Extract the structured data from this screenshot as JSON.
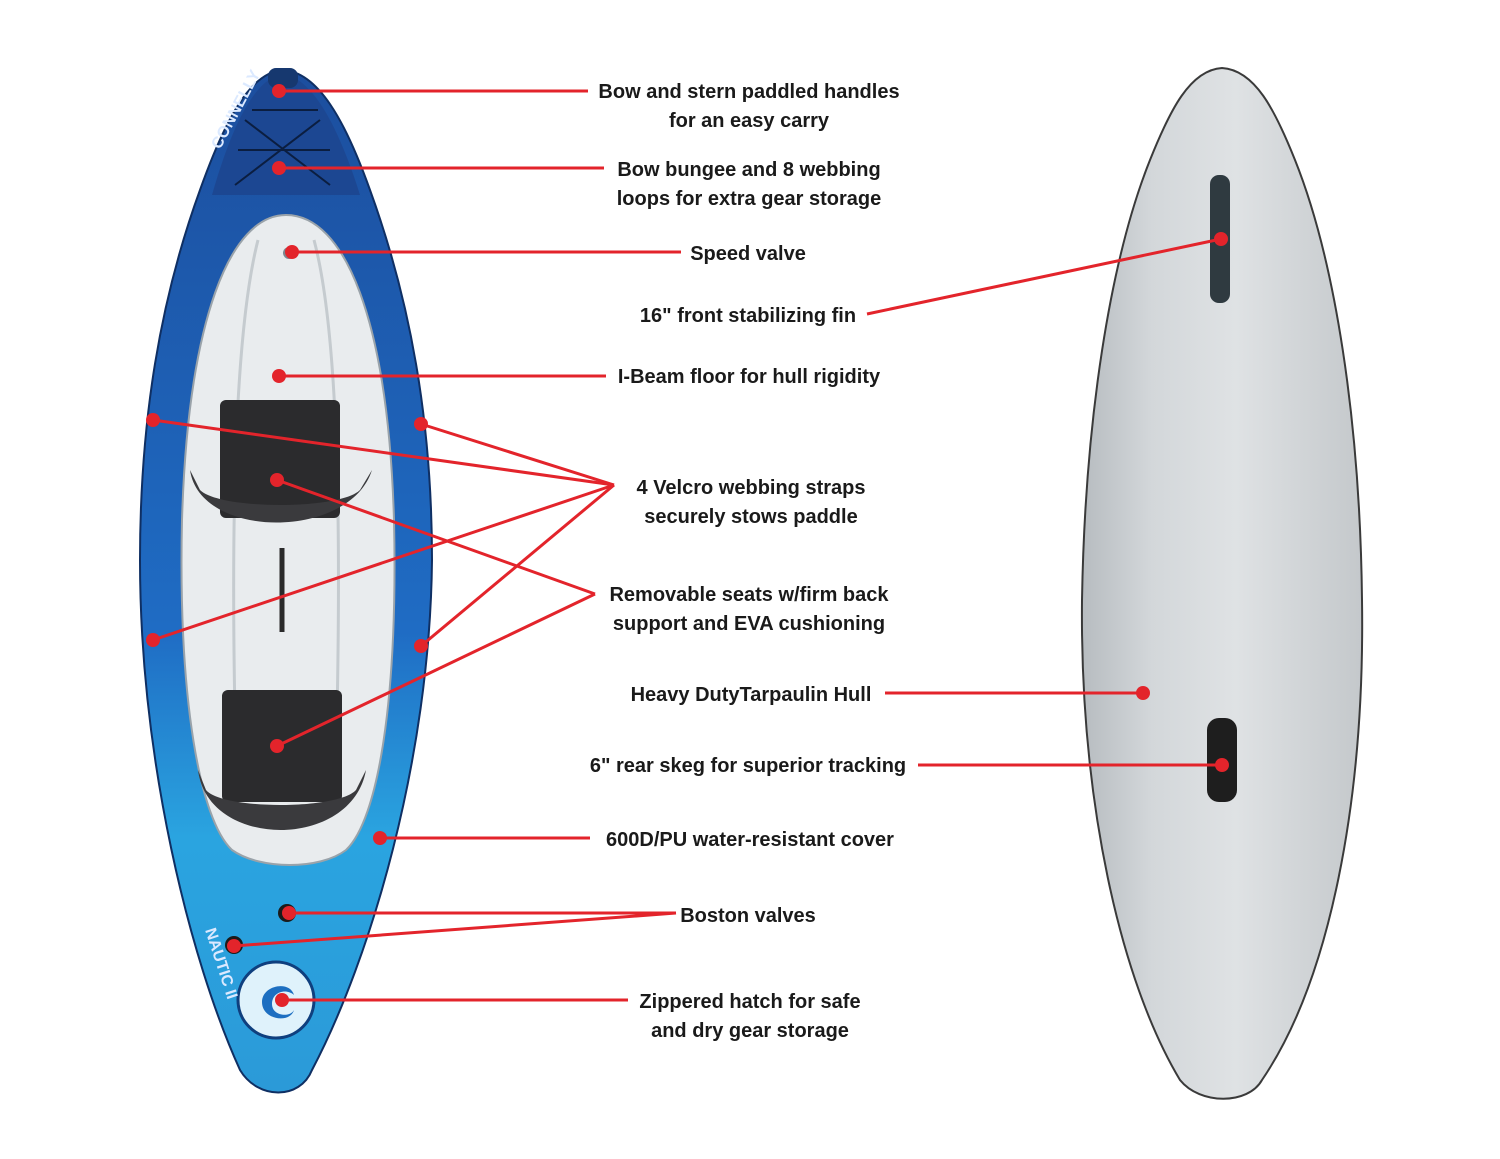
{
  "brand": {
    "top_text": "CONNELLY",
    "stern_text": "NAUTIC II"
  },
  "colors": {
    "leader_line": "#e3242b",
    "kayak_blue": "#1e63b8",
    "kayak_light_blue": "#2aa4e0",
    "hull_grey": "#cfd3d6"
  },
  "callouts": [
    {
      "id": "handles",
      "lines": [
        "Bow and stern paddled handles",
        "for an easy carry"
      ]
    },
    {
      "id": "bungee",
      "lines": [
        "Bow bungee and 8 webbing",
        "loops for extra gear storage"
      ]
    },
    {
      "id": "speed-valve",
      "lines": [
        "Speed valve"
      ]
    },
    {
      "id": "front-fin",
      "lines": [
        "16\" front stabilizing fin"
      ]
    },
    {
      "id": "ibeam",
      "lines": [
        "I-Beam floor for hull rigidity"
      ]
    },
    {
      "id": "velcro",
      "lines": [
        "4 Velcro webbing straps",
        "securely stows paddle"
      ]
    },
    {
      "id": "seats",
      "lines": [
        "Removable seats w/firm back",
        "support and EVA cushioning"
      ]
    },
    {
      "id": "hull",
      "lines": [
        "Heavy DutyTarpaulin Hull"
      ]
    },
    {
      "id": "skeg",
      "lines": [
        "6\" rear skeg for superior tracking"
      ]
    },
    {
      "id": "cover",
      "lines": [
        "600D/PU water-resistant cover"
      ]
    },
    {
      "id": "boston",
      "lines": [
        "Boston valves"
      ]
    },
    {
      "id": "hatch",
      "lines": [
        "Zippered hatch for safe",
        "and dry gear storage"
      ]
    }
  ]
}
